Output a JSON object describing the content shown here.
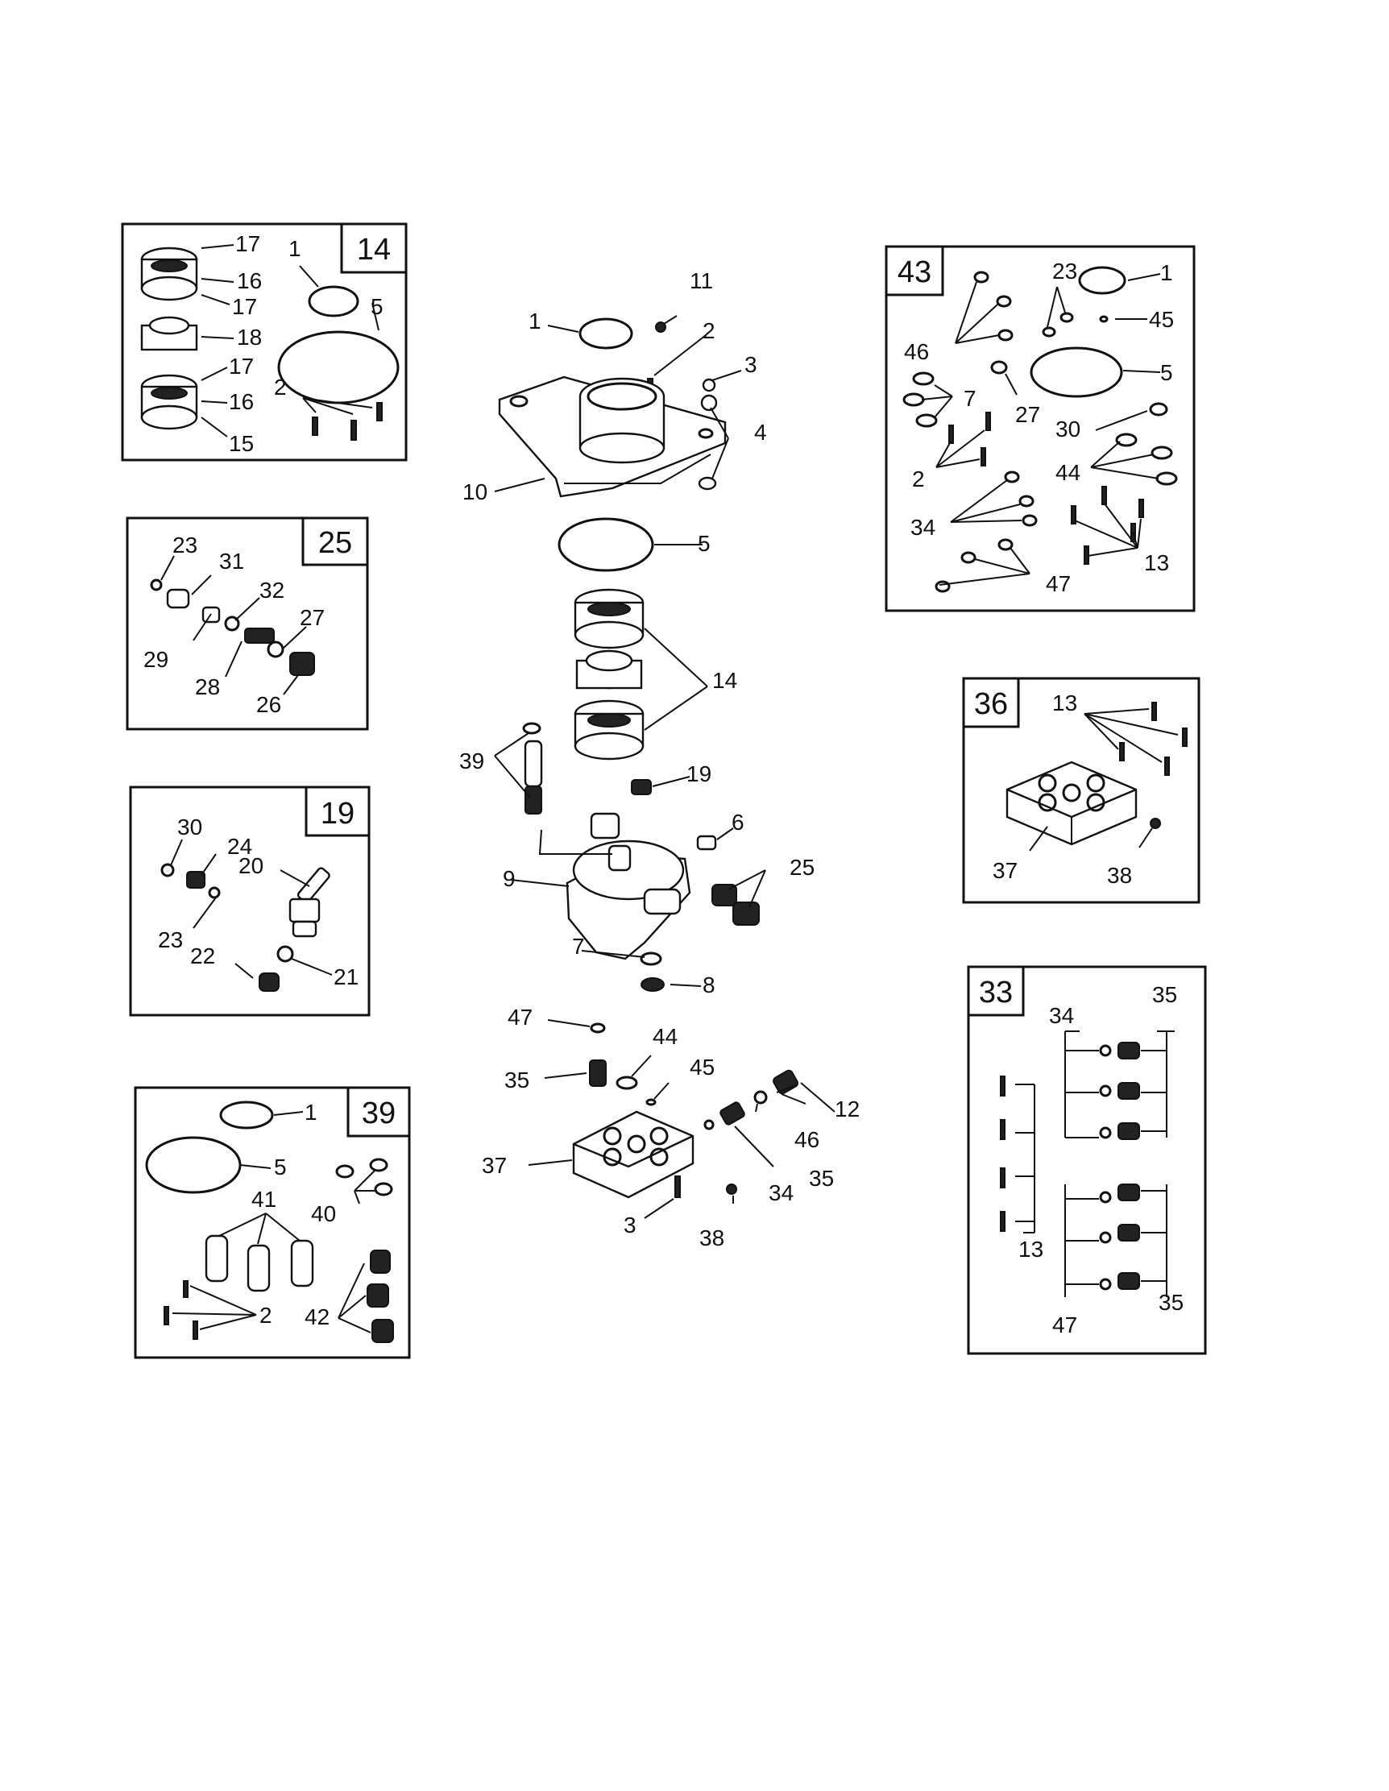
{
  "kits": [
    {
      "id": "14",
      "labels": [
        "17",
        "16",
        "17",
        "18",
        "17",
        "16",
        "15",
        "1",
        "5",
        "2"
      ]
    },
    {
      "id": "25",
      "labels": [
        "23",
        "31",
        "32",
        "27",
        "29",
        "28",
        "26"
      ]
    },
    {
      "id": "19",
      "labels": [
        "30",
        "24",
        "20",
        "23",
        "22",
        "21"
      ]
    },
    {
      "id": "39",
      "labels": [
        "1",
        "5",
        "40",
        "41",
        "2",
        "42"
      ]
    },
    {
      "id": "43",
      "labels": [
        "23",
        "1",
        "45",
        "46",
        "5",
        "7",
        "27",
        "30",
        "2",
        "44",
        "34",
        "13",
        "47"
      ]
    },
    {
      "id": "36",
      "labels": [
        "13",
        "37",
        "38"
      ]
    },
    {
      "id": "33",
      "labels": [
        "34",
        "35",
        "13",
        "47",
        "35"
      ]
    }
  ],
  "main": {
    "labels": [
      "11",
      "1",
      "2",
      "3",
      "4",
      "10",
      "5",
      "14",
      "39",
      "19",
      "6",
      "9",
      "25",
      "7",
      "8",
      "47",
      "44",
      "45",
      "35",
      "12",
      "46",
      "37",
      "35",
      "34",
      "3",
      "38"
    ]
  }
}
